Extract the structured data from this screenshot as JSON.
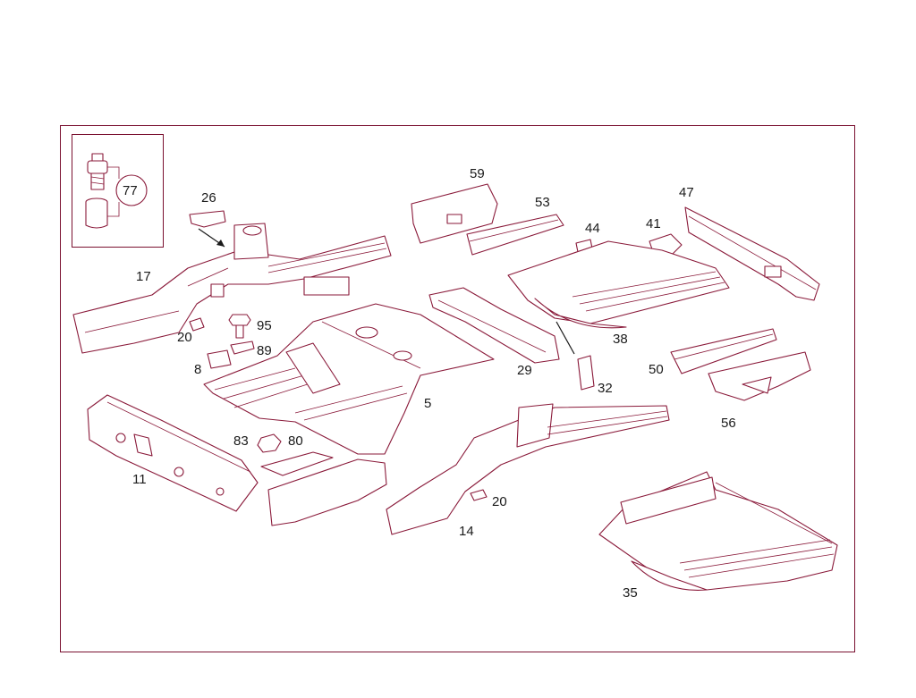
{
  "callouts": {
    "inset_ref": "77",
    "p26": "26",
    "p17": "17",
    "p20a": "20",
    "p95": "95",
    "p89": "89",
    "p8": "8",
    "p11": "11",
    "p83": "83",
    "p80": "80",
    "p5": "5",
    "p59": "59",
    "p53": "53",
    "p29": "29",
    "p44": "44",
    "p41": "41",
    "p47": "47",
    "p38": "38",
    "p32": "32",
    "p50": "50",
    "p56": "56",
    "p14": "14",
    "p20b": "20",
    "p35": "35"
  },
  "colors": {
    "line": "#8a1a3a",
    "frame": "#7a1030",
    "text": "#1a1a1a"
  }
}
